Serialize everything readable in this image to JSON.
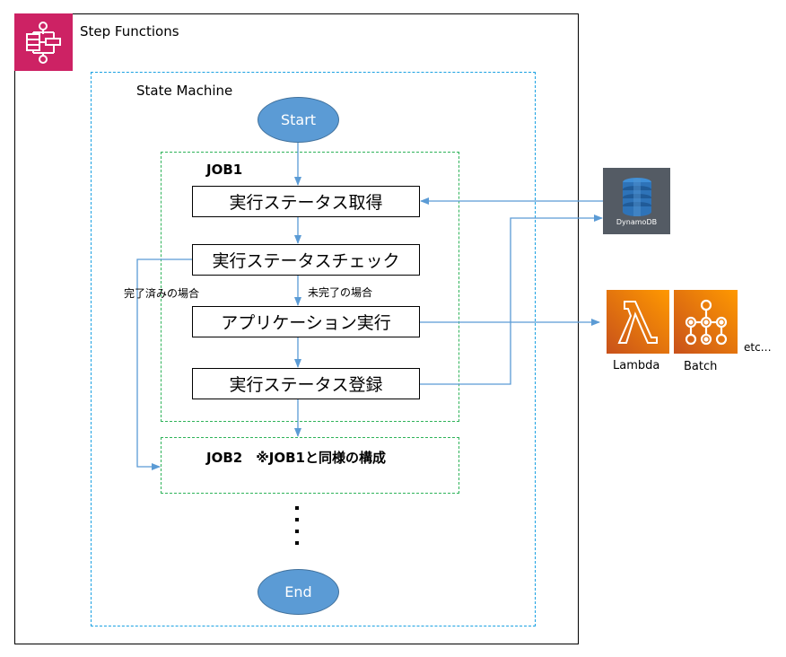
{
  "diagram": {
    "container_title": "Step Functions",
    "container_icon": "step-functions-icon",
    "state_machine_title": "State Machine",
    "start_label": "Start",
    "end_label": "End",
    "continuation": "⋮",
    "jobs": [
      {
        "label": "JOB1",
        "steps": [
          "実行ステータス取得",
          "実行ステータスチェック",
          "アプリケーション実行",
          "実行ステータス登録"
        ]
      },
      {
        "label": "JOB2　※JOB1と同様の構成"
      }
    ],
    "branch_labels": {
      "completed": "完了済みの場合",
      "not_completed": "未完了の場合"
    },
    "services": {
      "dynamodb": {
        "label": "DynamoDB",
        "icon": "dynamodb-icon",
        "color": "#545b64"
      },
      "lambda": {
        "label": "Lambda",
        "icon": "lambda-icon",
        "color": "#ed7100"
      },
      "batch": {
        "label": "Batch",
        "icon": "batch-icon",
        "color": "#ed7100"
      },
      "etc": "etc…"
    },
    "colors": {
      "step_functions": "#cd2264",
      "state_machine_border": "#1ba1e2",
      "job_border": "#2fb35a",
      "connector": "#5b9bd5",
      "oval_fill": "#5b9bd5"
    }
  }
}
